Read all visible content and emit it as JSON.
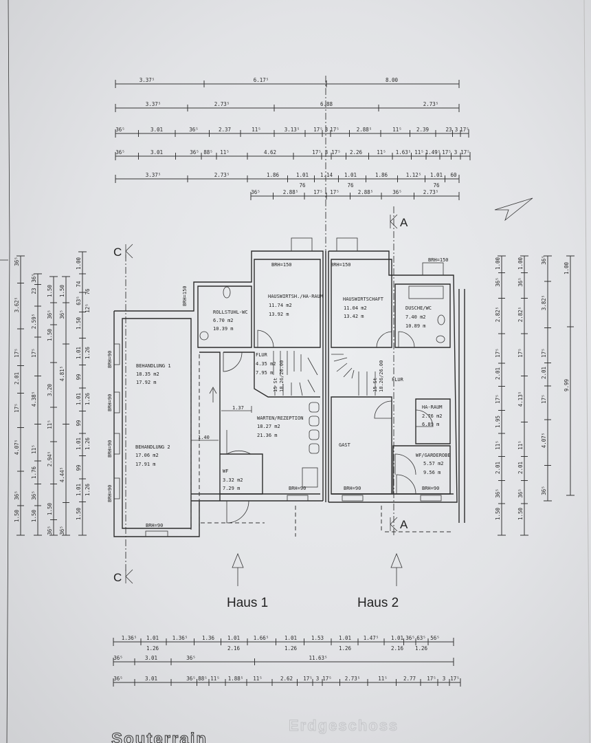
{
  "title": "Souterrain",
  "ghost_title": "Erdgeschoss",
  "houses": {
    "haus1": "Haus 1",
    "haus2": "Haus 2"
  },
  "section_marks": {
    "a": "A",
    "c": "C"
  },
  "rooms": {
    "rollstuhl_wc": {
      "name": "ROLLSTUHL-WC",
      "area": "6.70 m2",
      "perimeter": "10.39 m"
    },
    "hauswirtsch_ha": {
      "name": "HAUSWIRTSH./HA-RAUM",
      "area": "11.74 m2",
      "perimeter": "13.92 m"
    },
    "hauswirtschaft": {
      "name": "HAUSWIRTSCHAFT",
      "area": "11.04 m2",
      "perimeter": "13.42 m"
    },
    "dusche_wc": {
      "name": "DUSCHE/WC",
      "area": "7.40 m2",
      "perimeter": "10.89 m"
    },
    "flur1": {
      "name": "FLUR",
      "area": "4.35 m2",
      "perimeter": "7.95 m"
    },
    "behandlung1": {
      "name": "BEHANDLUNG 1",
      "area": "18.35 m2",
      "perimeter": "17.92 m"
    },
    "behandlung2": {
      "name": "BEHANDLUNG 2",
      "area": "17.06 m2",
      "perimeter": "17.91 m"
    },
    "warten": {
      "name": "WARTEN/REZEPTION",
      "area": "18.27 m2",
      "perimeter": "21.36 m"
    },
    "flur2": {
      "name": "FLUR"
    },
    "ha_raum": {
      "name": "HA-RAUM",
      "area": "2.76 m2",
      "perimeter": "6.89 m"
    },
    "gast": {
      "name": "GAST"
    },
    "wf_garderobe": {
      "name": "WF/GARDEROBE",
      "area": "5.57 m2",
      "perimeter": "9.56 m"
    },
    "wf": {
      "name": "WF",
      "area": "3.32 m2",
      "perimeter": "7.29 m"
    }
  },
  "brh": {
    "b150": "BRH=150",
    "b90": "BRH=90"
  },
  "inner_dims": {
    "d137": "1.37",
    "d140": "1.40"
  },
  "stairs": {
    "steps": "15 St",
    "ratio": "18.26/26.00"
  },
  "dims_top": [
    [
      "3.37⁵",
      "6.17⁵",
      "8.00"
    ],
    [
      "3.37⁵",
      "2.73⁵",
      "6.88",
      "2.73⁵"
    ],
    [
      "36⁵",
      "3.01",
      "36⁵",
      "2.37",
      "11⁵",
      "3.13⁵",
      "17⁵",
      "3",
      "17⁵",
      "2.88⁵",
      "11⁵",
      "2.39",
      "23",
      "3",
      "17⁵"
    ],
    [
      "36⁵",
      "3.01",
      "36⁵",
      "88⁵",
      "11⁵",
      "4.62",
      "17⁵",
      "3",
      "17⁵",
      "2.26",
      "11⁵",
      "1.63⁵",
      "11⁵",
      "1.49⁵",
      "17⁵",
      "3",
      "17⁵"
    ],
    [
      "3.37⁵",
      "2.73⁵",
      "1.86",
      "1.01",
      "1.14",
      "1.01",
      "1.86",
      "1.12⁵",
      "1.01",
      "60"
    ],
    [
      "36⁵",
      "2.88⁵",
      "17⁵",
      "17⁵",
      "2.88⁵",
      "36⁵",
      "2.73⁵"
    ]
  ],
  "dims_top_sub": [
    "76",
    "76",
    "76"
  ],
  "dims_bottom": [
    [
      "1.36⁵",
      "1.01",
      "1.36⁵",
      "1.36",
      "1.01",
      "1.66⁵",
      "1.01",
      "1.53",
      "1.01",
      "1.47⁵",
      "1.01",
      "36⁵",
      "63⁵",
      "56⁵"
    ],
    [
      "36⁵",
      "3.01",
      "36⁵",
      "11.63⁵"
    ],
    [
      "36⁵",
      "3.01",
      "36⁵",
      "88⁵",
      "11⁵",
      "1.88⁵",
      "11⁵",
      "2.62",
      "17⁵",
      "3",
      "17⁵",
      "2.73⁵",
      "11⁵",
      "2.77",
      "17⁵",
      "3",
      "17⁵"
    ]
  ],
  "dims_bottom_sub": [
    "1.26",
    "2.16",
    "1.26",
    "1.26",
    "2.16",
    "1.26"
  ],
  "dims_left": [
    [
      "36⁵",
      "3.62⁵",
      "17⁵",
      "2.01",
      "17⁵",
      "4.07⁵",
      "36⁵",
      "1.50"
    ],
    [
      "36⁵",
      "23",
      "2.59⁵",
      "17⁵",
      "4.38⁵",
      "11⁵",
      "1.76",
      "36⁵",
      "1.50"
    ],
    [
      "1.50",
      "36⁵",
      "1.50",
      "3.20",
      "11⁵",
      "2.94⁵",
      "1.50",
      "36⁵"
    ],
    [
      "1.50",
      "36⁵",
      "4.81⁵",
      "4.44⁵",
      "36⁵"
    ],
    [
      "1.00",
      "74",
      "63⁵",
      "1.50",
      "1.01",
      "99",
      "1.01",
      "99",
      "1.01",
      "99",
      "1.01",
      "1.50"
    ]
  ],
  "dims_left_sub": [
    "76",
    "12⁵",
    "1.26",
    "1.26",
    "1.26",
    "1.26"
  ],
  "dims_right": [
    [
      "1.00",
      "36⁵",
      "2.82⁵",
      "17⁵",
      "2.01",
      "17⁵",
      "1.95",
      "11⁵",
      "2.01",
      "36⁵",
      "1.50"
    ],
    [
      "1.00",
      "36⁵",
      "2.82⁵",
      "17⁵",
      "4.13⁵",
      "11⁵",
      "2.01",
      "36⁵",
      "1.50"
    ],
    [
      "36⁵",
      "3.82⁵",
      "17⁵",
      "2.01",
      "17⁵",
      "4.07⁵",
      "36⁵"
    ],
    [
      "1.00",
      "9.99"
    ]
  ]
}
